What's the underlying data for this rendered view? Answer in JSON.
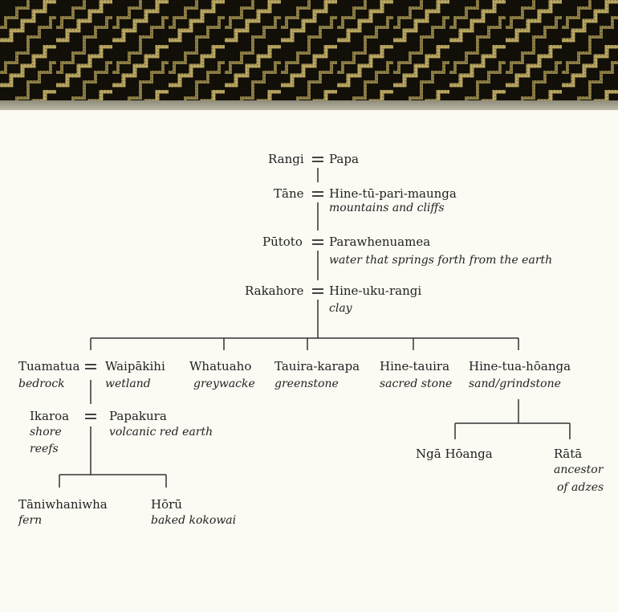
{
  "genealogy": {
    "rangi": "Rangi",
    "papa": "Papa",
    "tane": "Tāne",
    "hine_tu_pari_maunga": "Hine-tū-pari-maunga",
    "hine_tu_pari_maunga_desc": "mountains and cliffs",
    "putoto": "Pūtoto",
    "parawhenuamea": "Parawhenuamea",
    "parawhenuamea_desc": "water that springs forth from the earth",
    "rakahore": "Rakahore",
    "hine_uku_rangi": "Hine-uku-rangi",
    "hine_uku_rangi_desc": "clay",
    "tuamatua": "Tuamatua",
    "tuamatua_desc": "bedrock",
    "waipakihi": "Waipākihi",
    "waipakihi_desc": "wetland",
    "whatuaho": "Whatuaho",
    "whatuaho_desc": "greywacke",
    "tauira_karapa": "Tauira-karapa",
    "tauira_karapa_desc": "greenstone",
    "hine_tauira": "Hine-tauira",
    "hine_tauira_desc": "sacred stone",
    "hine_tua_hoanga": "Hine-tua-hōanga",
    "hine_tua_hoanga_desc": "sand/grindstone",
    "ikaroa": "Ikaroa",
    "ikaroa_desc_1": "shore",
    "ikaroa_desc_2": "reefs",
    "papakura": "Papakura",
    "papakura_desc": "volcanic red earth",
    "nga_hoanga": "Ngā Hōanga",
    "rata": "Rātā",
    "rata_desc_1": "ancestor",
    "rata_desc_2": "of adzes",
    "taniwhaniwha": "Tāniwhaniwha",
    "taniwhaniwha_desc": "fern",
    "horu": "Hōrū",
    "horu_desc": "baked kokowai"
  },
  "colors": {
    "background": "#fbfaf3",
    "banner_dark": "#121008",
    "banner_gold": "#b8a560",
    "text": "#222222"
  }
}
